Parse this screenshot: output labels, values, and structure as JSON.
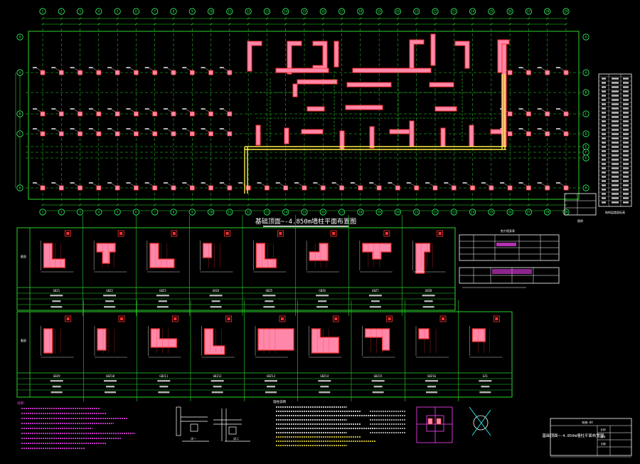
{
  "plan": {
    "title": "基础顶面~-4.850m墙柱平面布置图",
    "top_axes": [
      "1",
      "2",
      "3",
      "4",
      "5",
      "6",
      "7",
      "8",
      "9",
      "10",
      "11",
      "12",
      "13",
      "14",
      "15",
      "16",
      "17",
      "18",
      "19",
      "20",
      "21",
      "22",
      "23",
      "24",
      "25",
      "26",
      "27",
      "28",
      "29"
    ],
    "left_axes": [
      "A",
      "B",
      "C",
      "D",
      "E"
    ],
    "right_axes": [
      "A",
      "B",
      "C",
      "D",
      "E",
      "F",
      "G",
      "H"
    ]
  },
  "tables": {
    "row1_labels": [
      "GBZ1",
      "GBZ2",
      "GBZ3",
      "GBZ4",
      "GBZ5",
      "GBZ6",
      "GBZ7",
      "GBZ8"
    ],
    "row2_labels": [
      "GBZ9",
      "GBZ10",
      "GBZ11",
      "GBZ12",
      "GBZ13",
      "GBZ14",
      "GBZ15",
      "GBZ16",
      "GZ1"
    ],
    "section_header": "截面"
  },
  "title_block": {
    "drawing_name": "基础顶面~-4.850m墙柱平面布置图",
    "drawing_no": "结施-04"
  },
  "colors": {
    "grid": "#2bd42b",
    "wall": "#ff3333",
    "wall_fill": "#ff88aa",
    "axis": "#33ff66",
    "text": "#ffffff",
    "note": "#ff44ff",
    "dim": "#ffff66"
  }
}
